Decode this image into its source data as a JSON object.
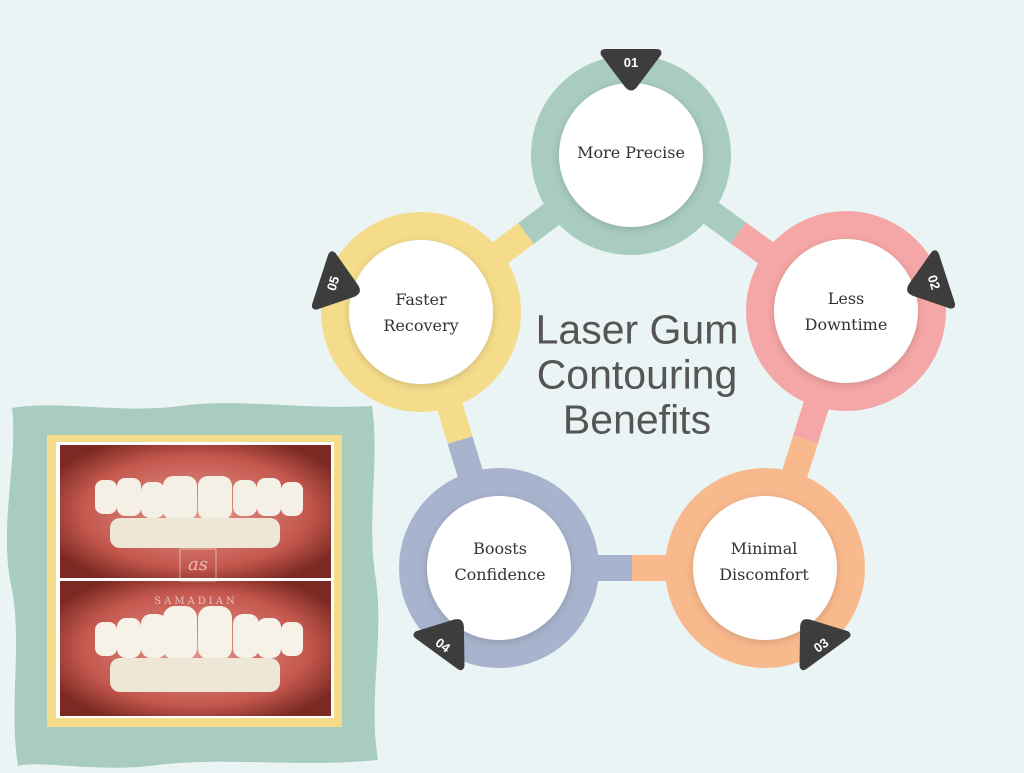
{
  "title": [
    "Laser Gum",
    "Contouring",
    "Benefits"
  ],
  "benefits": [
    {
      "number": "01",
      "label_lines": [
        "More Precise"
      ],
      "color": "#a8ccbe"
    },
    {
      "number": "02",
      "label_lines": [
        "Less",
        "Downtime"
      ],
      "color": "#f5a6a6"
    },
    {
      "number": "03",
      "label_lines": [
        "Minimal",
        "Discomfort"
      ],
      "color": "#f8b98c"
    },
    {
      "number": "04",
      "label_lines": [
        "Boosts",
        "Confidence"
      ],
      "color": "#a8b4cd"
    },
    {
      "number": "05",
      "label_lines": [
        "Faster",
        "Recovery"
      ],
      "color": "#f5dc8b"
    }
  ],
  "photo": {
    "watermark_monogram": "as",
    "watermark_name": "SAMADIAN"
  },
  "colors": {
    "background": "#eaf4f4",
    "badge": "#3d3d3d",
    "photo_backdrop": "#a8ccbe",
    "photo_frame": "#f5dc8b"
  }
}
